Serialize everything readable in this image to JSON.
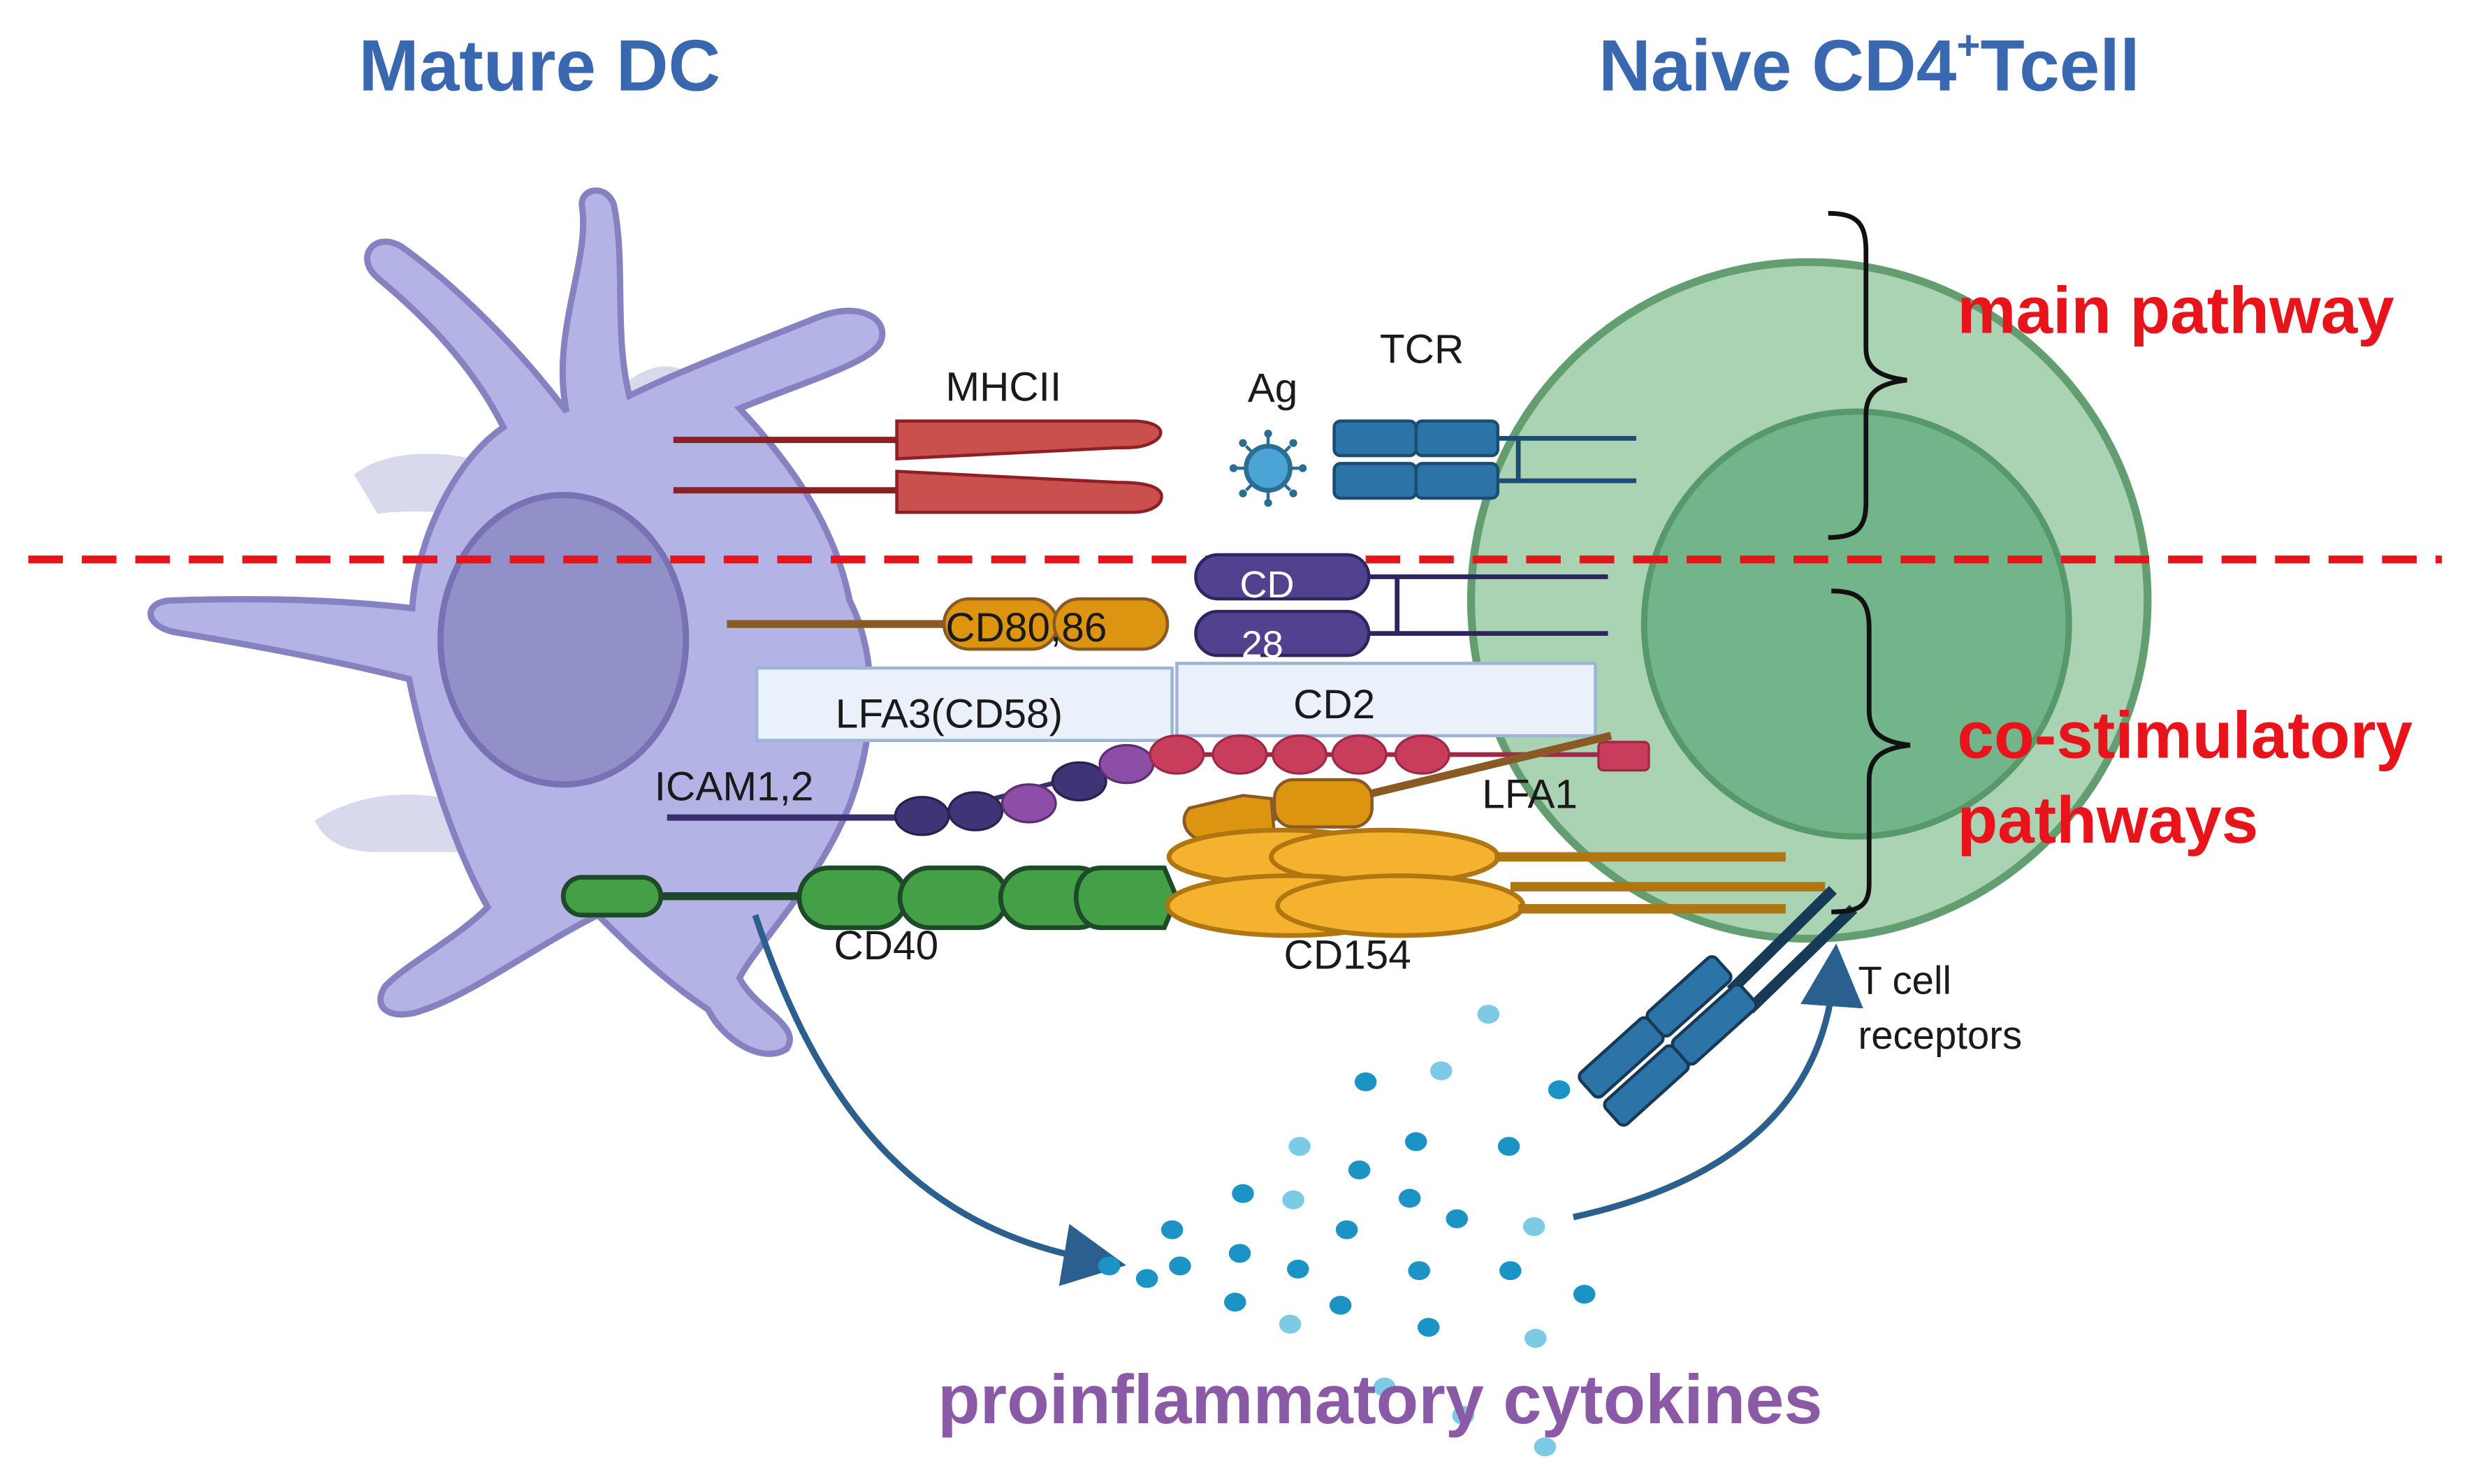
{
  "titles": {
    "dc": "Mature DC",
    "tcell_main": "Naive CD4",
    "tcell_sup": "+",
    "tcell_tail": "Tcell"
  },
  "pathways": {
    "main": "main pathway",
    "costim_line1": "co-stimulatory",
    "costim_line2": "pathways"
  },
  "molecules": {
    "mhcii": "MHCII",
    "ag": "Ag",
    "tcr": "TCR",
    "cd28_top": "CD",
    "cd28_bottom": "28",
    "cd80_86": "CD80,86",
    "lfa3": "LFA3(CD58)",
    "cd2": "CD2",
    "icam": "ICAM1,2",
    "lfa1": "LFA1",
    "cd40": "CD40",
    "cd154": "CD154",
    "tcell_receptors_line1": "T cell",
    "tcell_receptors_line2": "receptors"
  },
  "cytokines": {
    "label": "proinflammatory cytokines"
  },
  "colors": {
    "title_blue": "#3a68b0",
    "pathway_red": "#e8141b",
    "cytokine_purple": "#8a5aa6",
    "dc_body": "#b3b3e6",
    "dc_nucleus": "#9290c8",
    "tcell_outer": "#aad3b4",
    "tcell_inner": "#72b58a",
    "mhcii": "#c9504c",
    "tcr": "#2c74a8",
    "cd28": "#52418e",
    "cd80": "#dc9411",
    "cd40": "#44a046",
    "cd154": "#f5b22f",
    "icam_bead": "#c83c5c"
  }
}
